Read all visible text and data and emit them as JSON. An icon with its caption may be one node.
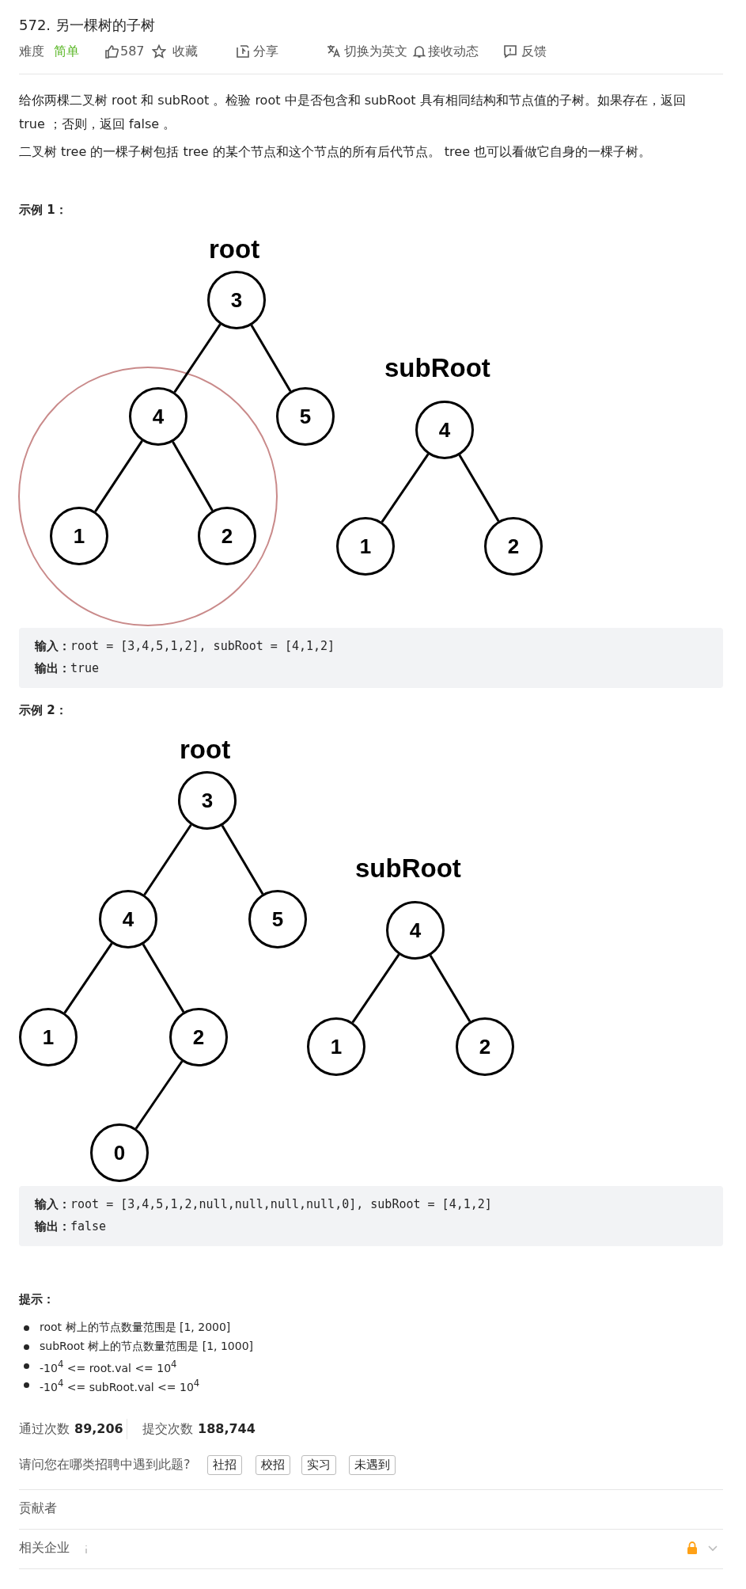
{
  "diagram": {
    "title": "572. 另一棵树的子树",
    "nodes": [
      {
        "text": [
          "3"
        ]
      },
      {
        "text": [
          "4"
        ]
      },
      {
        "text": [
          "5"
        ]
      },
      {
        "text": [
          "1"
        ]
      },
      {
        "text": [
          "2"
        ]
      },
      {
        "text": [
          "4"
        ]
      },
      {
        "text": [
          "1"
        ]
      },
      {
        "text": [
          "2"
        ]
      },
      {
        "text": [
          "3"
        ]
      },
      {
        "text": [
          "4"
        ]
      },
      {
        "text": [
          "5"
        ]
      },
      {
        "text": [
          "1"
        ]
      },
      {
        "text": [
          "2"
        ]
      },
      {
        "text": [
          "0"
        ]
      },
      {
        "text": [
          "4"
        ]
      },
      {
        "text": [
          "1"
        ]
      },
      {
        "text": [
          "2"
        ]
      }
    ],
    "edges": [
      {
        "from": 0,
        "to": 1,
        "arrow": "none"
      },
      {
        "from": 0,
        "to": 2,
        "arrow": "none"
      },
      {
        "from": 1,
        "to": 3,
        "arrow": "none"
      },
      {
        "from": 1,
        "to": 4,
        "arrow": "none"
      },
      {
        "from": 5,
        "to": 6,
        "arrow": "none"
      },
      {
        "from": 5,
        "to": 7,
        "arrow": "none"
      },
      {
        "from": 8,
        "to": 9,
        "arrow": "none"
      },
      {
        "from": 8,
        "to": 10,
        "arrow": "none"
      },
      {
        "from": 9,
        "to": 11,
        "arrow": "none"
      },
      {
        "from": 9,
        "to": 12,
        "arrow": "none"
      },
      {
        "from": 12,
        "to": 13,
        "arrow": "none"
      },
      {
        "from": 14,
        "to": 15,
        "arrow": "none"
      },
      {
        "from": 14,
        "to": 16,
        "arrow": "none"
      }
    ],
    "labels": [
      "难度",
      "简单",
      "587",
      "收藏",
      "分享",
      "切换为英文",
      "接收动态",
      "反馈",
      "给你两棵二叉树 root 和 subRoot 。检验 root 中是否包含和 subRoot 具有相同结构和节点值的子树。如果存在，返回 true ；否则，返回 false 。",
      "二叉树 tree 的一棵子树包括 tree 的某个节点和这个节点的所有后代节点。 tree 也可以看做它自身的一棵子树。",
      "示例 1：",
      "root",
      "subRoot",
      "**输入：**root = [3,4,5,1,2], subRoot = [4,1,2]",
      "**输出：**true",
      "示例 2：",
      "root",
      "subRoot",
      "**输入：**root = [3,4,5,1,2,null,null,null,null,0], subRoot = [4,1,2]",
      "**输出：**false",
      "提示：",
      "root 树上的节点数量范围是 [1, 2000]",
      "subRoot 树上的节点数量范围是 [1, 1000]",
      "-10$^{4}$ <= root.val <= 10$^{4}$",
      "-10$^{4}$ <= subRoot.val <= 10$^{4}$",
      "通过次数",
      "89,206",
      "提交次数",
      "188,744",
      "请问您在哪类招聘中遇到此题?",
      "社招",
      "校招",
      "实习",
      "未遇到",
      "贡献者",
      "相关企业"
    ]
  }
}
